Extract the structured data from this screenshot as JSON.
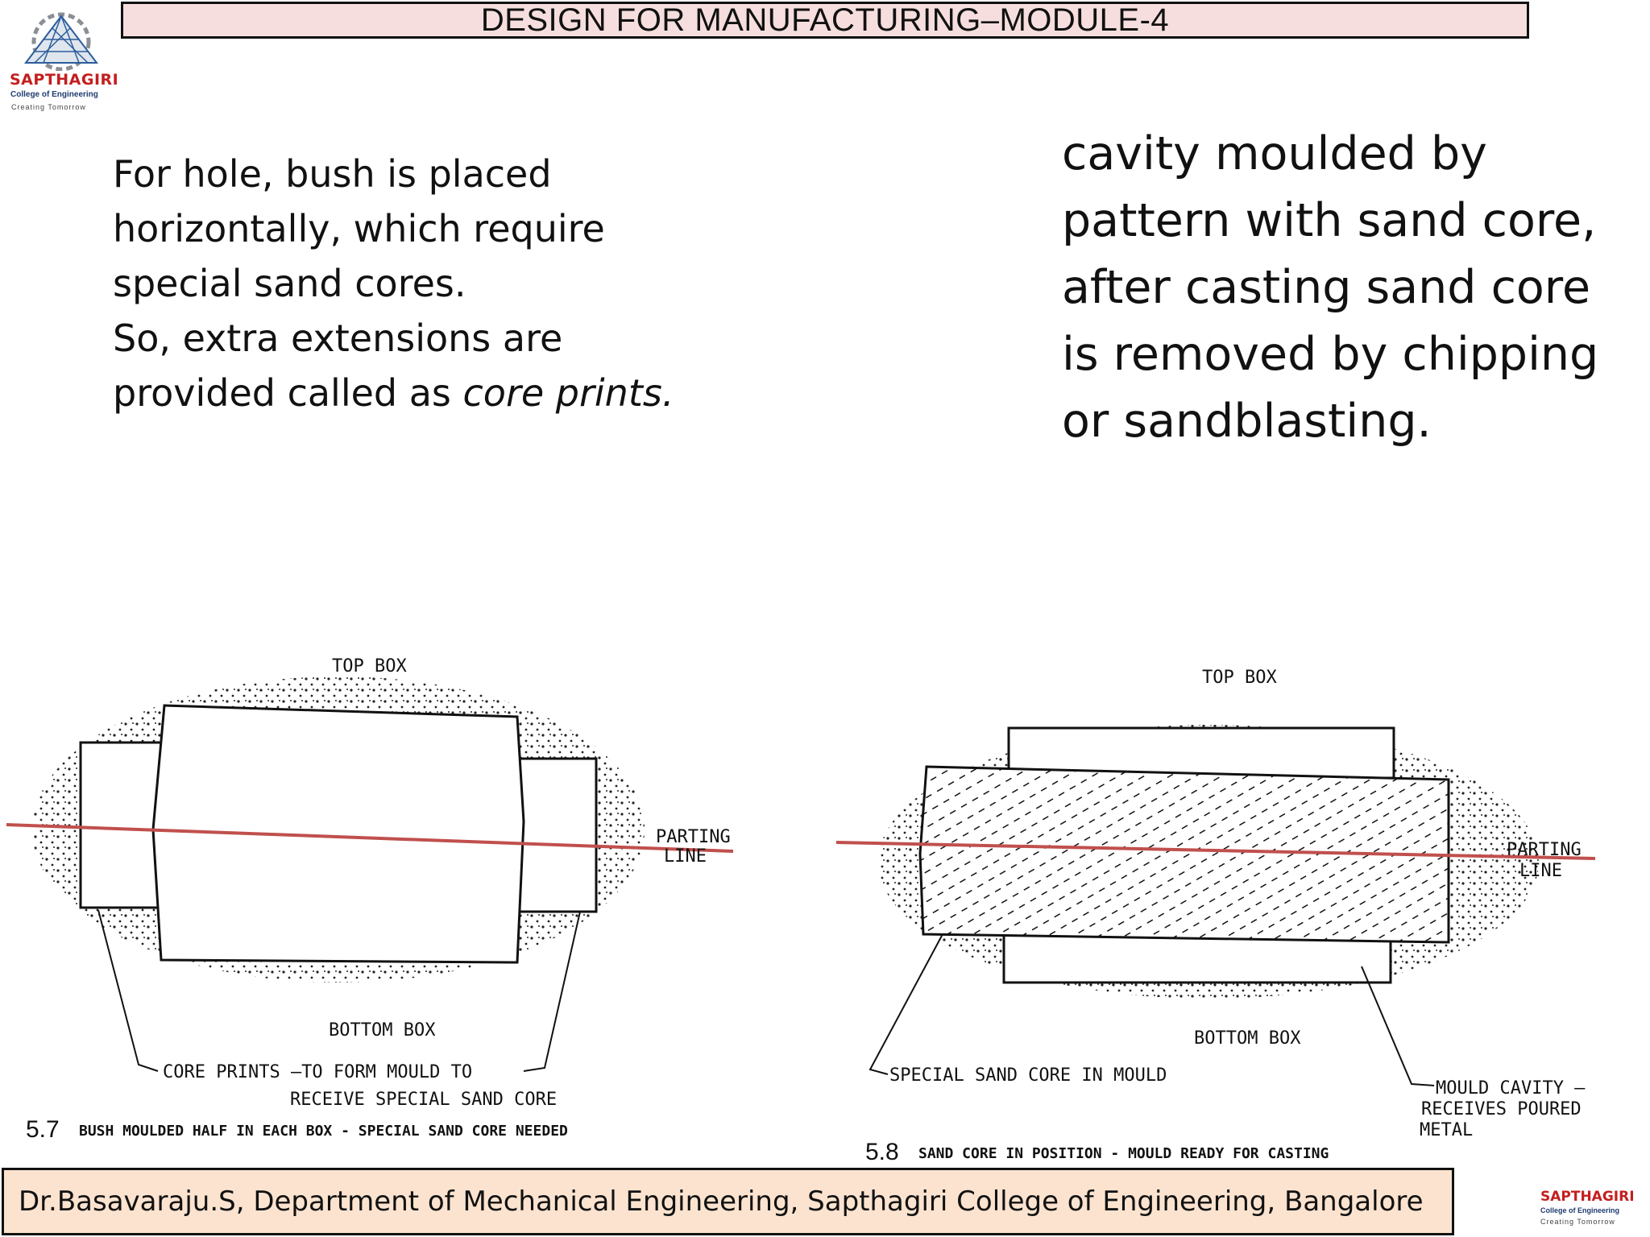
{
  "header": {
    "title": "DESIGN FOR MANUFACTURING–MODULE-4"
  },
  "logo": {
    "name": "SAPTHAGIRI",
    "subtitle": "College of Engineering",
    "tagline": "Creating Tomorrow"
  },
  "left_text": {
    "line1": "For hole, bush is placed horizontally, which require special sand cores.",
    "line2_start": "So, extra extensions are provided called as ",
    "line2_em": "core prints."
  },
  "right_text": "cavity moulded by pattern with sand core, after casting sand core is removed by chipping or sandblasting.",
  "figure_left": {
    "top_label": "TOP BOX",
    "bottom_label": "BOTTOM BOX",
    "parting_label_1": "PARTING",
    "parting_label_2": "LINE",
    "core_prints_label_1": "CORE PRINTS –TO FORM MOULD TO",
    "core_prints_label_2": "RECEIVE SPECIAL SAND CORE",
    "fig_number": "5.7",
    "caption": "BUSH MOULDED HALF IN EACH BOX - SPECIAL SAND CORE NEEDED"
  },
  "figure_right": {
    "top_label": "TOP BOX",
    "bottom_label": "BOTTOM BOX",
    "parting_label_1": "PARTING",
    "parting_label_2": "LINE",
    "core_label": "SPECIAL SAND CORE IN MOULD",
    "cavity_label_1": "MOULD CAVITY –",
    "cavity_label_2": "RECEIVES POURED",
    "cavity_label_3": "METAL",
    "fig_number": "5.8",
    "caption": "SAND CORE IN POSITION - MOULD READY FOR CASTING"
  },
  "footer": {
    "text": "Dr.Basavaraju.S, Department of Mechanical Engineering, Sapthagiri College of Engineering, Bangalore",
    "logo_name": "SAPTHAGIRI",
    "logo_subtitle": "College of Engineering",
    "logo_tagline": "Creating Tomorrow"
  },
  "colors": {
    "title_bg": "#f6dede",
    "footer_bg": "#fbe3cf",
    "parting_line": "#c0504d",
    "logo_red": "#c41e1e"
  }
}
